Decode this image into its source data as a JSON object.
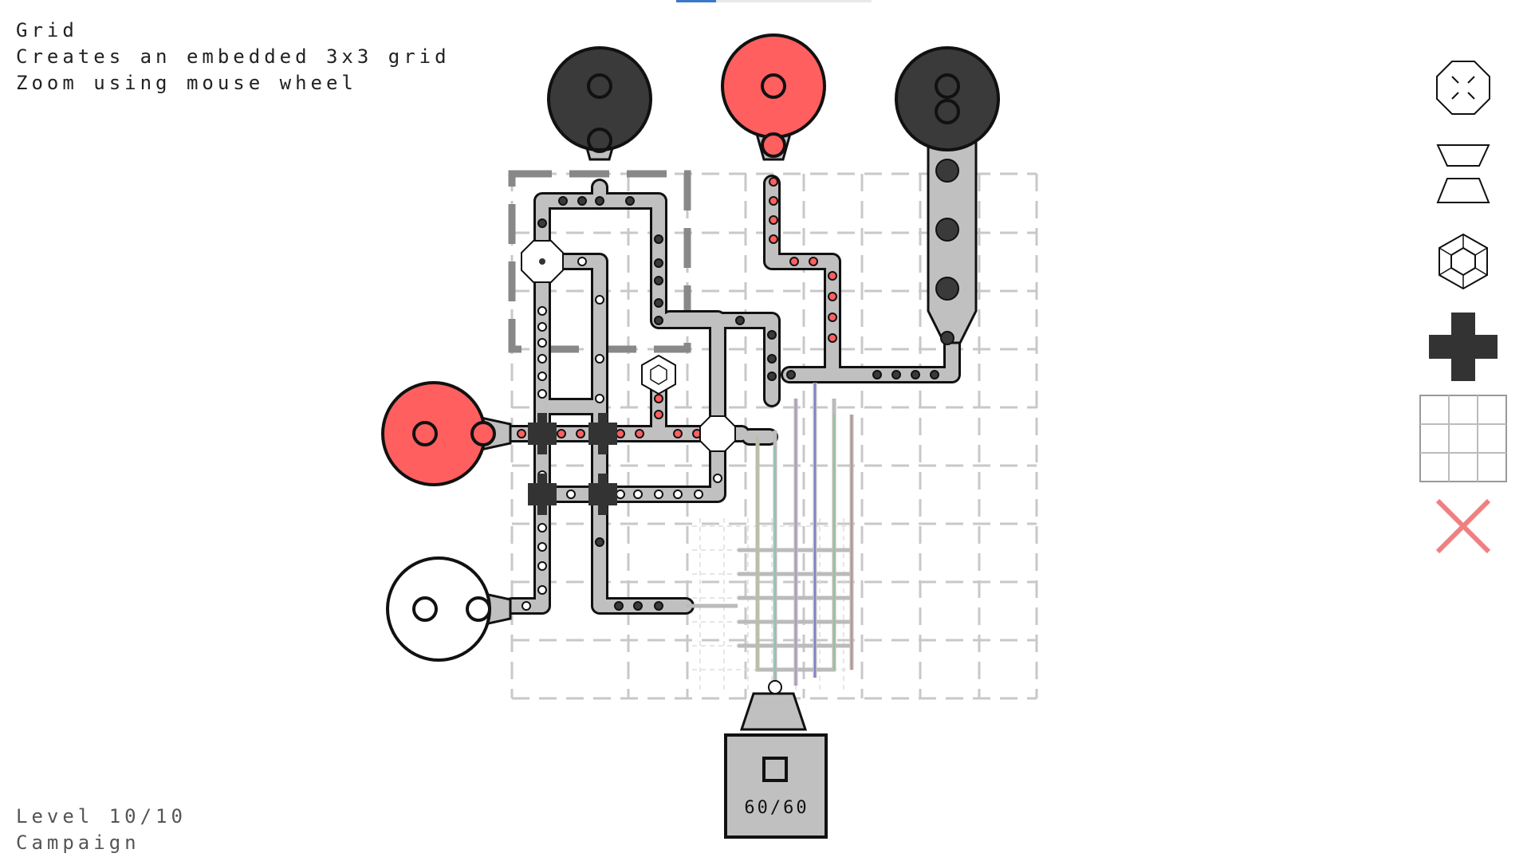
{
  "level_info": {
    "title": "Grid",
    "description": "Creates an embedded 3x3 grid",
    "hint": "Zoom using mouse wheel"
  },
  "status": {
    "level": "Level 10/10",
    "mode": "Campaign"
  },
  "output": {
    "counter": "60/60"
  },
  "colors": {
    "red": "#ff5f5f",
    "dark": "#3a3a3a",
    "white": "#ffffff",
    "track": "#c0c0c0",
    "outline": "#111111",
    "grid": "#c8c8c8",
    "delete": "#f08080"
  },
  "toolbar": {
    "items": [
      {
        "name": "splitter-tool",
        "icon": "octagon-splitter-icon"
      },
      {
        "name": "merger-tool",
        "icon": "trapezoid-merger-icon"
      },
      {
        "name": "sorter-tool",
        "icon": "hexagon-sorter-icon"
      },
      {
        "name": "crossing-tool",
        "icon": "cross-icon"
      },
      {
        "name": "grid-tool",
        "icon": "grid-3x3-icon"
      },
      {
        "name": "delete-tool",
        "icon": "close-icon"
      }
    ]
  }
}
